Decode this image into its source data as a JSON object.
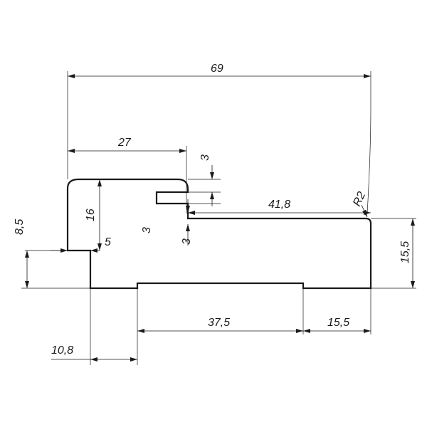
{
  "drawing": {
    "dimensions": {
      "overall_width": "69",
      "top_width": "27",
      "groove_gap_top": "3",
      "groove_gap_bottom": "3",
      "step_depth": "3",
      "right_top_length": "41,8",
      "corner_radius": "R2",
      "head_height": "16",
      "lip_width": "5",
      "left_height": "8,5",
      "right_height": "15,5",
      "bottom_recess": "37,5",
      "bottom_right": "15,5",
      "bottom_left": "10,8"
    }
  }
}
